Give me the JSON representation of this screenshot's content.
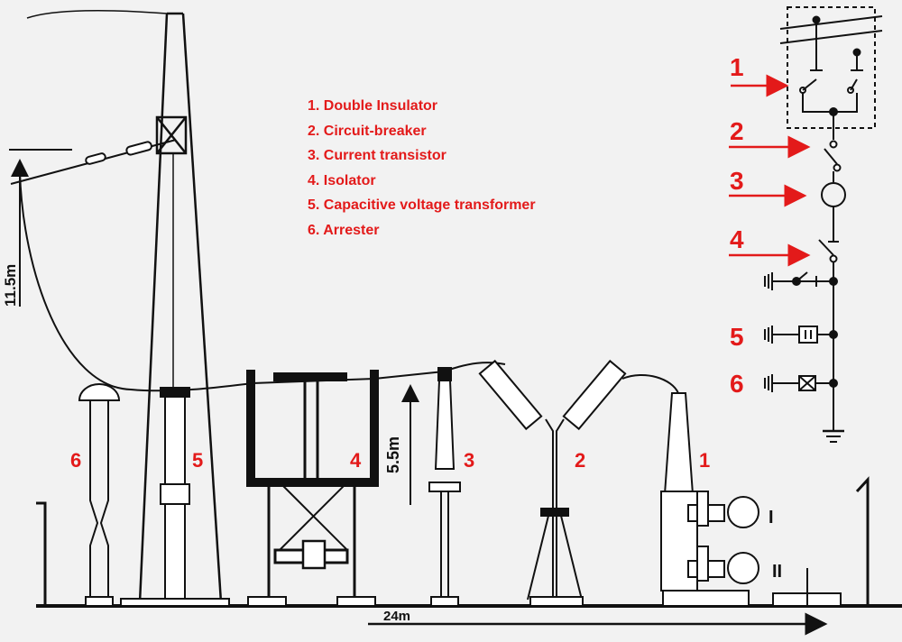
{
  "legend": {
    "items": [
      "1. Double Insulator",
      "2. Circuit-breaker",
      "3. Current transistor",
      "4. Isolator",
      "5. Capacitive voltage transformer",
      "6. Arrester"
    ]
  },
  "dimensions": {
    "height_tower": "11.5m",
    "height_equipment": "5.5m",
    "base_length": "24m"
  },
  "equipment_numbers": [
    "6",
    "5",
    "4",
    "3",
    "2",
    "1"
  ],
  "schematic_numbers": [
    "1",
    "2",
    "3",
    "4",
    "5",
    "6"
  ],
  "roman_labels": [
    "I",
    "II"
  ],
  "colors": {
    "label": "#e31a1a",
    "line": "#111111",
    "background": "#f2f2f2"
  }
}
